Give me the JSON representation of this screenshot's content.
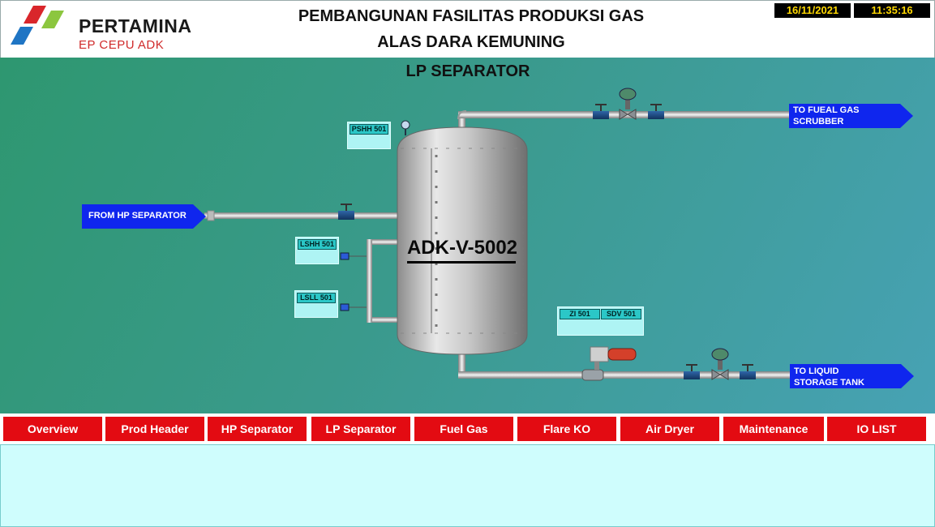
{
  "header": {
    "brand": "PERTAMINA",
    "brand_sub": "EP CEPU ADK",
    "title_line1": "PEMBANGUNAN FASILITAS PRODUKSI GAS",
    "title_line2": "ALAS DARA KEMUNING",
    "date": "16/11/2021",
    "time": "11:35:16"
  },
  "main": {
    "page_title": "LP SEPARATOR",
    "vessel_id": "ADK-V-5002",
    "flows": {
      "inlet": "FROM HP SEPARATOR",
      "gas_outlet_line1": "TO FUEAL GAS",
      "gas_outlet_line2": "SCRUBBER",
      "liquid_outlet_line1": "TO LIQUID",
      "liquid_outlet_line2": "STORAGE TANK"
    },
    "tags": {
      "pshh": "PSHH 501",
      "lshh": "LSHH 501",
      "lsll": "LSLL 501",
      "zi": "ZI 501",
      "sdv": "SDV 501"
    }
  },
  "nav": {
    "items": [
      "Overview",
      "Prod Header",
      "HP Separator",
      "LP Separator",
      "Fuel Gas",
      "Flare KO",
      "Air Dryer",
      "Maintenance",
      "IO LIST"
    ]
  },
  "colors": {
    "nav_button": "#e30b12",
    "flow_arrow": "#0f26ee",
    "tag_fill": "#aef4f4",
    "valve": "#1d4f8e",
    "datetime_text": "#ffd800"
  }
}
